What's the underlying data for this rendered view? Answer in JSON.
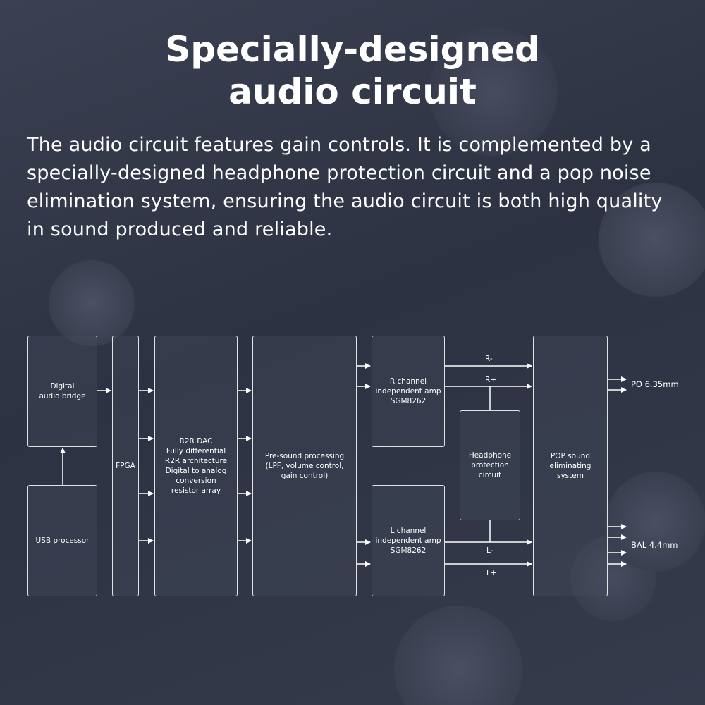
{
  "title_line1": "Specially-designed",
  "title_line2": "audio circuit",
  "description": "The audio circuit features gain controls. It is complemented by a specially-designed headphone protection circuit and a pop noise elimination system, ensuring the audio circuit is both high quality in sound produced and reliable.",
  "blocks": {
    "digital_bridge": "Digital\naudio bridge",
    "usb": "USB processor",
    "fpga": "FPGA",
    "dac": "R2R DAC\nFully differential\nR2R architecture\nDigital to analog\nconversion\nresistor array",
    "presound": "Pre-sound processing\n(LPF, volume control,\ngain control)",
    "r_amp": "R channel\nindependent amp\nSGM8262",
    "l_amp": "L channel\nindependent amp\nSGM8262",
    "protection": "Headphone\nprotection circuit",
    "pop": "POP sound\neliminating\nsystem"
  },
  "signals": {
    "r_minus": "R-",
    "r_plus": "R+",
    "l_minus": "L-",
    "l_plus": "L+"
  },
  "outputs": {
    "po": "PO 6.35mm",
    "bal": "BAL 4.4mm"
  }
}
